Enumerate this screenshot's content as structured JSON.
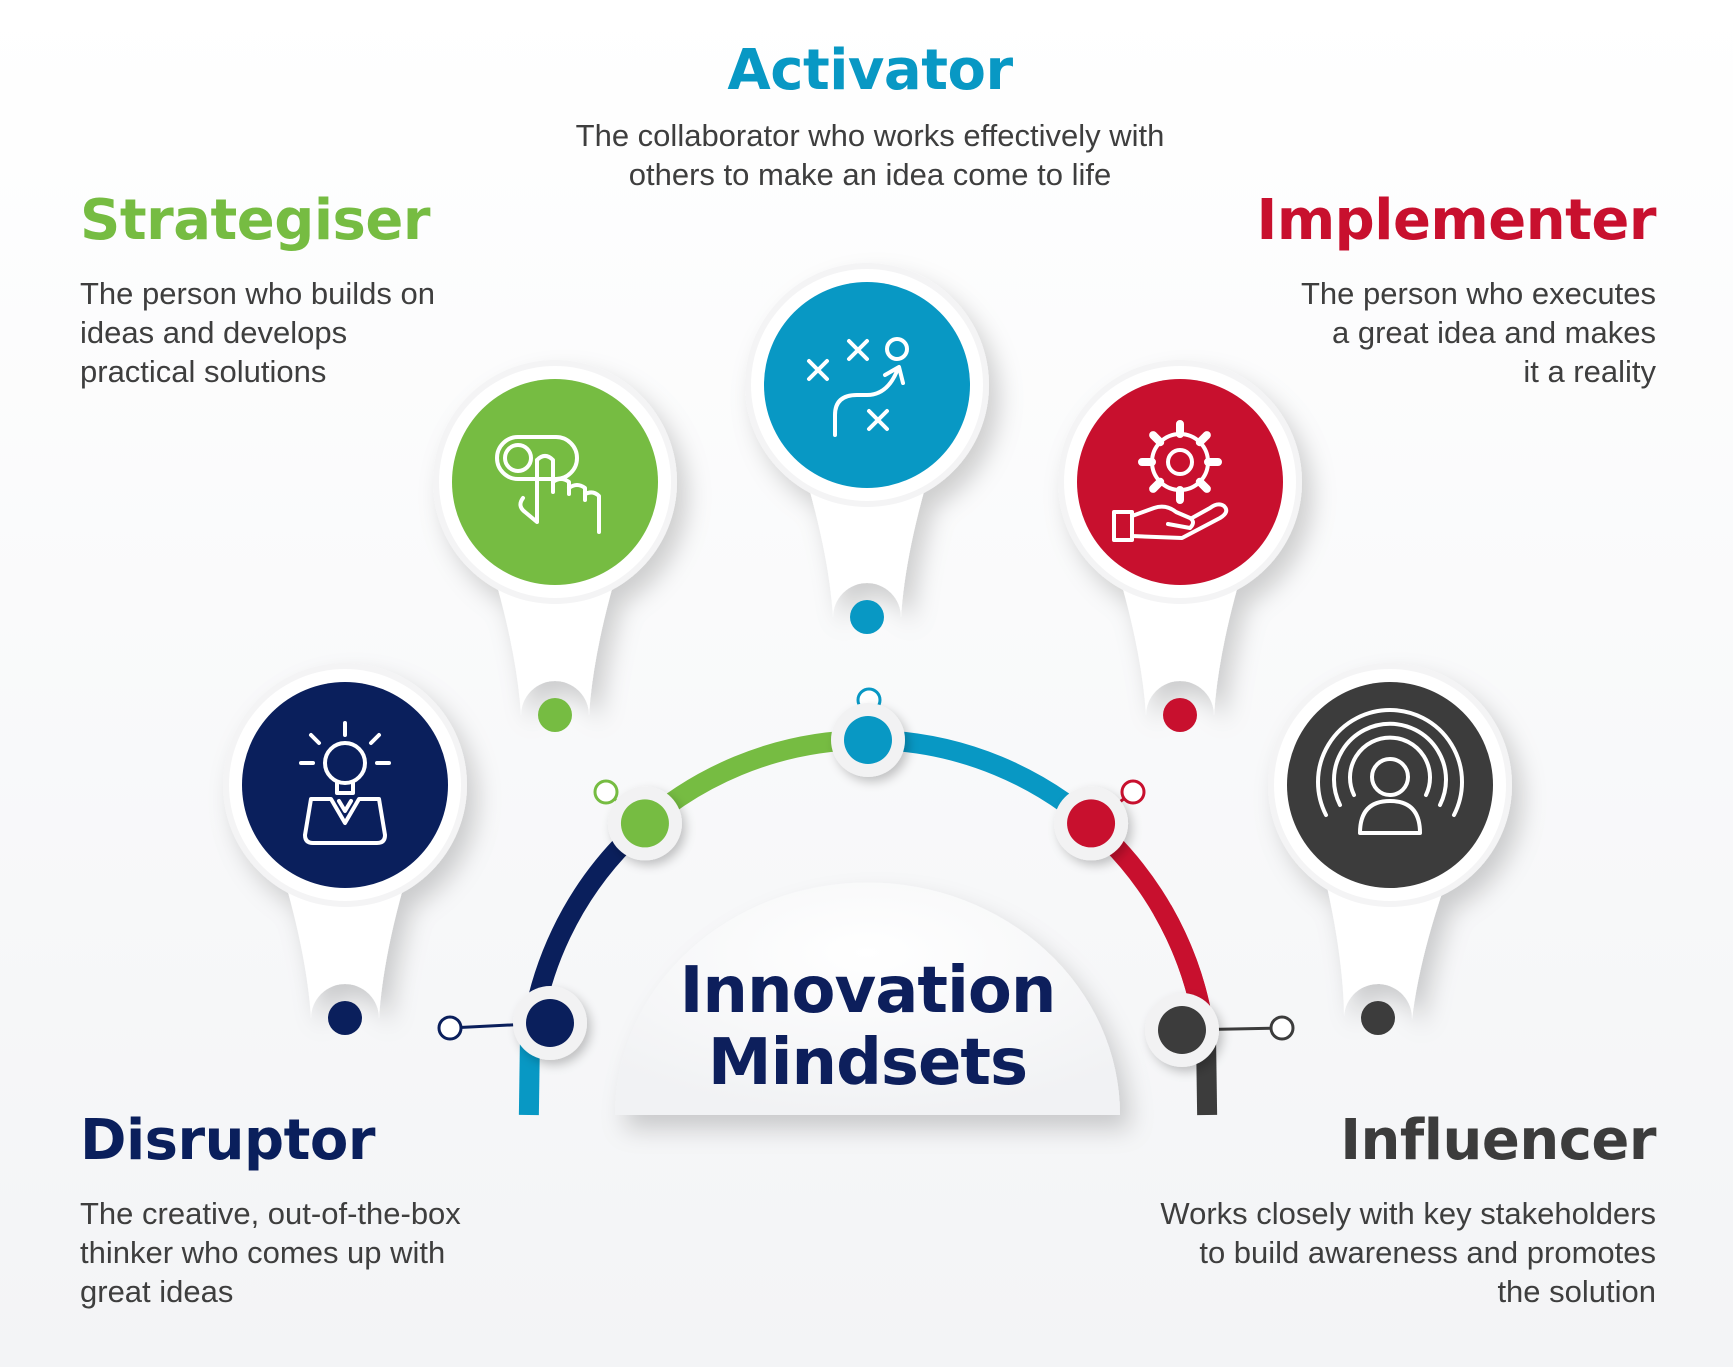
{
  "center": {
    "title": "Innovation\nMindsets",
    "dome_color": "#ffffff"
  },
  "mindsets": [
    {
      "key": "disruptor",
      "title": "Disruptor",
      "description": "The creative, out-of-the-box\nthinker who comes up with\ngreat ideas",
      "color": "#0a1f5c",
      "icon": "lightbulb-person-icon"
    },
    {
      "key": "strategiser",
      "title": "Strategiser",
      "description": "The person who builds on\nideas and develops\npractical solutions",
      "color": "#76bc42",
      "icon": "toggle-hand-icon"
    },
    {
      "key": "activator",
      "title": "Activator",
      "description": "The collaborator who works effectively with\nothers to make an idea come to life",
      "color": "#0898c4",
      "icon": "strategy-play-icon"
    },
    {
      "key": "implementer",
      "title": "Implementer",
      "description": "The person who executes\na great idea and makes\nit a reality",
      "color": "#c8102e",
      "icon": "gear-hand-icon"
    },
    {
      "key": "influencer",
      "title": "Influencer",
      "description": "Works closely with key stakeholders\nto build awareness and promotes\nthe solution",
      "color": "#3c3c3c",
      "icon": "broadcast-person-icon"
    }
  ]
}
